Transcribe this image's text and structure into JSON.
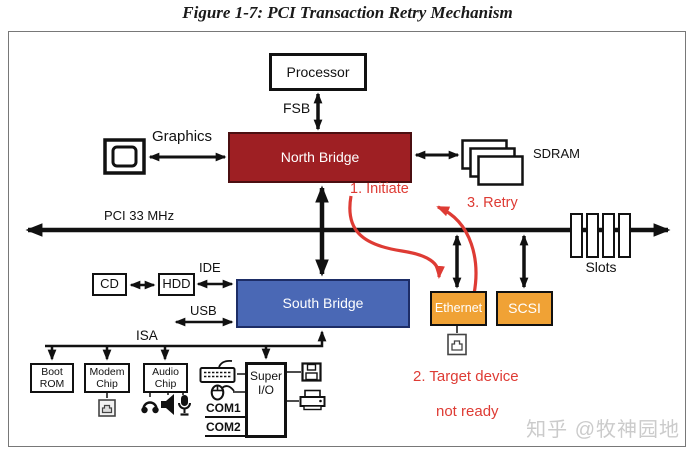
{
  "figure": {
    "title": "Figure 1-7: PCI Transaction Retry Mechanism"
  },
  "nodes": {
    "processor": "Processor",
    "north_bridge": "North Bridge",
    "south_bridge": "South Bridge",
    "cd": "CD",
    "hdd": "HDD",
    "ethernet": "Ethernet",
    "scsi": "SCSI",
    "boot_rom": "Boot\nROM",
    "modem_chip": "Modem\nChip",
    "audio_chip": "Audio\nChip",
    "super_io": "Super\nI/O"
  },
  "bus_labels": {
    "fsb": "FSB",
    "graphics": "Graphics",
    "sdram": "SDRAM",
    "pci": "PCI 33 MHz",
    "ide": "IDE",
    "usb": "USB",
    "isa": "ISA",
    "slots": "Slots",
    "com1": "COM1",
    "com2": "COM2"
  },
  "annotations": {
    "step1": "1. Initiate",
    "step3": "3. Retry",
    "step2_line1": "2. Target device",
    "step2_line2": "not ready"
  },
  "watermark": "知乎 @牧神园地",
  "colors": {
    "north_bridge_fill": "#9E1F23",
    "south_bridge_fill": "#4A68B5",
    "peripheral_fill": "#F0A235",
    "annotation_red": "#DE3B34",
    "watermark_gray": "#CBCBCB"
  },
  "icons": {
    "display": "monitor-icon",
    "memory": "sdram-stack-icon",
    "ethernet_port": "rj45-jack-icon",
    "modem_port": "rj11-jack-icon",
    "headphones": "headphones-icon",
    "speaker": "speaker-icon",
    "microphone": "microphone-icon",
    "keyboard": "keyboard-icon",
    "mouse": "mouse-icon",
    "floppy": "floppy-disk-icon",
    "printer": "printer-icon"
  }
}
